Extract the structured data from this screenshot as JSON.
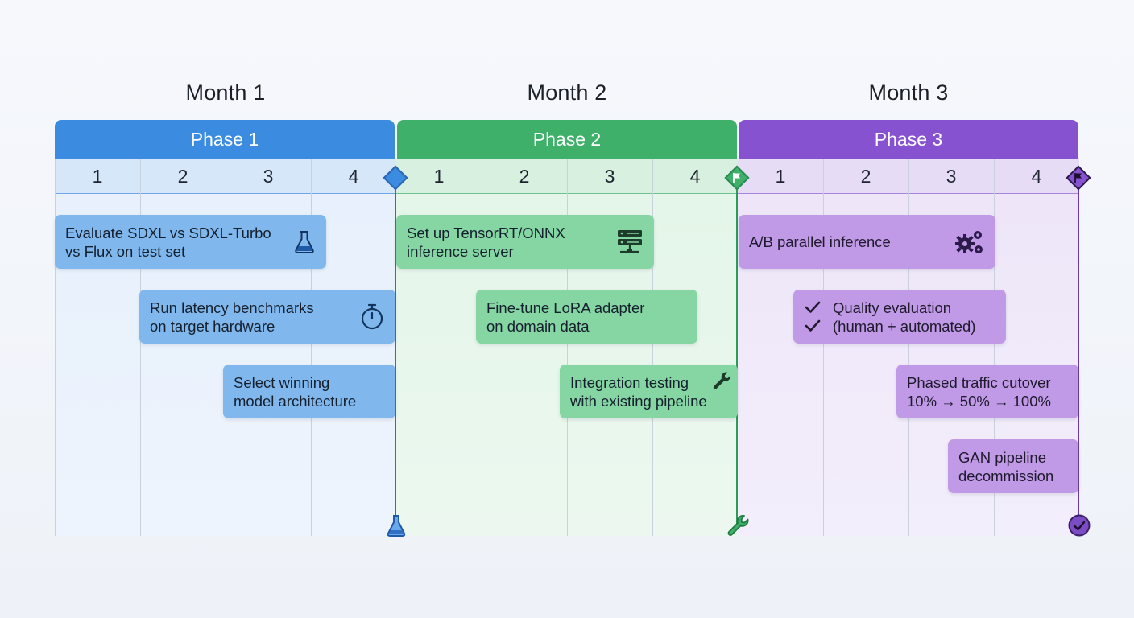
{
  "months": [
    "Month 1",
    "Month 2",
    "Month 3"
  ],
  "phases": [
    {
      "label": "Phase 1",
      "color": "#3b8be0"
    },
    {
      "label": "Phase 2",
      "color": "#3fb06a"
    },
    {
      "label": "Phase 3",
      "color": "#8752cf"
    }
  ],
  "weeks": [
    "1",
    "2",
    "3",
    "4"
  ],
  "tasks": {
    "evaluate": {
      "label": "Evaluate SDXL vs SDXL-Turbo\nvs Flux on test set",
      "icon": "flask-icon"
    },
    "latency": {
      "label": "Run latency benchmarks\non target hardware",
      "icon": "stopwatch-icon"
    },
    "select": {
      "label": "Select winning\nmodel architecture"
    },
    "tensorrt": {
      "label": "Set up TensorRT/ONNX\ninference server",
      "icon": "server-icon"
    },
    "lora": {
      "label": "Fine-tune LoRA adapter\non domain data"
    },
    "integration": {
      "label": "Integration testing\nwith existing pipeline",
      "icon": "wrench-icon"
    },
    "ab": {
      "label": "A/B parallel inference",
      "icon": "gears-icon"
    },
    "quality": {
      "label": "Quality evaluation\n(human + automated)",
      "icon": "checkmarks-icon"
    },
    "cutover": {
      "label": "Phased traffic cutover\n10% → 50% → 100%"
    },
    "gan": {
      "label": "GAN pipeline\ndecommission"
    }
  },
  "milestones": [
    {
      "icon": "diamond-icon",
      "end_icon": "flask-icon",
      "color": "#2f6fc4"
    },
    {
      "icon": "flag-icon",
      "end_icon": "wrench-icon",
      "color": "#2e9a58"
    },
    {
      "icon": "flag-icon",
      "end_icon": "check-circle-icon",
      "color": "#6a3bb0"
    }
  ]
}
